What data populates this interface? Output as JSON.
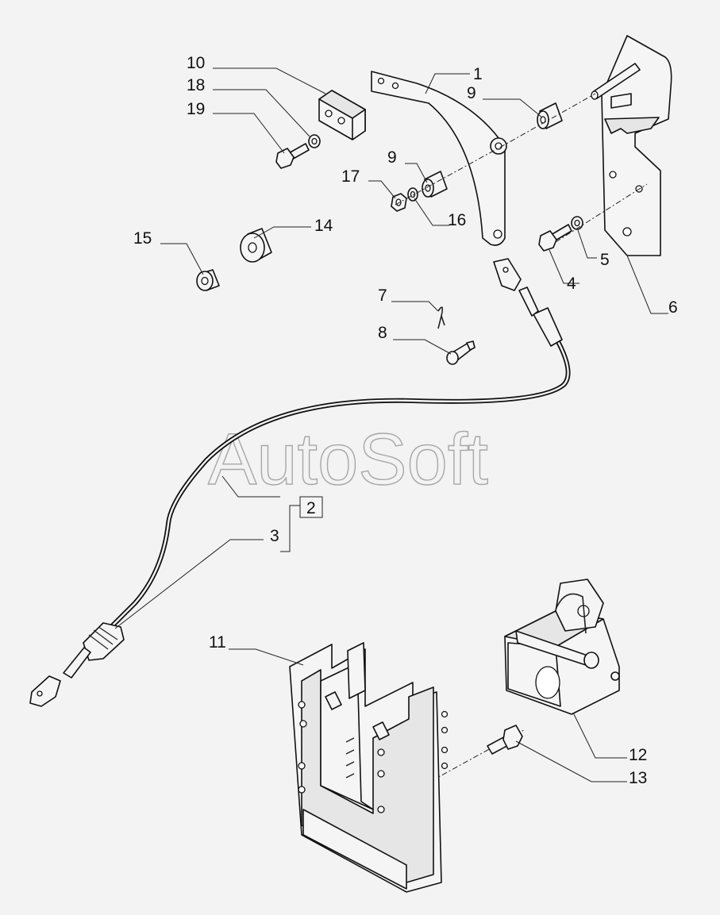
{
  "watermark": "AutoSoft",
  "callouts": {
    "c1": "1",
    "c2": "2",
    "c3": "3",
    "c4": "4",
    "c5": "5",
    "c6": "6",
    "c7": "7",
    "c8": "8",
    "c9a": "9",
    "c9b": "9",
    "c10": "10",
    "c11": "11",
    "c12": "12",
    "c13": "13",
    "c14": "14",
    "c15": "15",
    "c16": "16",
    "c17": "17",
    "c18": "18",
    "c19": "19"
  }
}
